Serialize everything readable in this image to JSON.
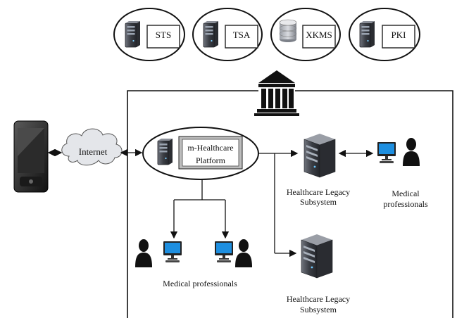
{
  "services": [
    {
      "label": "STS",
      "icon": "server-icon"
    },
    {
      "label": "TSA",
      "icon": "server-icon"
    },
    {
      "label": "XKMS",
      "icon": "database-icon"
    },
    {
      "label": "PKI",
      "icon": "server-icon"
    }
  ],
  "authority_icon": "government-building-icon",
  "device_icon": "mobile-phone-icon",
  "internet_label": "Internet",
  "platform": {
    "line1": "m-Healthcare",
    "line2": "Platform",
    "icon": "server-icon"
  },
  "legacy_top": {
    "line1": "Healthcare Legacy",
    "line2": "Subsystem",
    "icon": "server-icon"
  },
  "legacy_bottom": {
    "line1": "Healthcare Legacy",
    "line2": "Subsystem",
    "icon": "server-icon"
  },
  "professionals_right": {
    "line1": "Medical",
    "line2": "professionals",
    "icon": "user-workstation-icon"
  },
  "professionals_bottom": {
    "label": "Medical professionals",
    "icon": "user-workstation-icon"
  },
  "colors": {
    "line": "#222222",
    "monitor": "#1e8fe0",
    "server_dark": "#3a3d44",
    "server_light": "#8c9099",
    "cloud": "#e4e6ea"
  }
}
